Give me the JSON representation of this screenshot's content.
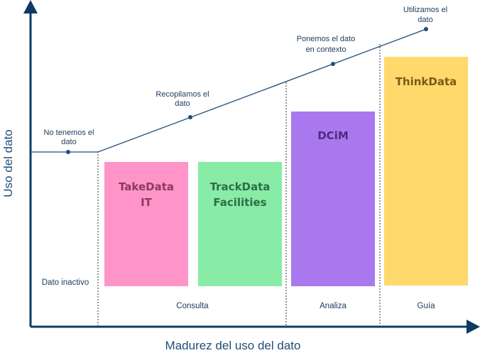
{
  "axes": {
    "x_title": "Madurez del uso del dato",
    "y_title": "Uso del dato"
  },
  "milestones": [
    {
      "line1": "No tenemos el",
      "line2": "dato"
    },
    {
      "line1": "Recopilamos el",
      "line2": "dato"
    },
    {
      "line1": "Ponemos el dato",
      "line2": "en contexto"
    },
    {
      "line1": "Utilizamos el",
      "line2": "dato"
    }
  ],
  "stages": [
    "Dato inactivo",
    "Consulta",
    "Analiza",
    "Guía"
  ],
  "blocks": [
    {
      "line1": "TakeData",
      "line2": "IT",
      "fill": "#ff94c9",
      "text_color": "#8b3a5f"
    },
    {
      "line1": "TrackData",
      "line2": "Facilities",
      "fill": "#88eba6",
      "text_color": "#2e6e47"
    },
    {
      "line1": "DCiM",
      "line2": "",
      "fill": "#aa78ee",
      "text_color": "#4a2c7d"
    },
    {
      "line1": "ThinkData",
      "line2": "",
      "fill": "#ffd96b",
      "text_color": "#7a5a17"
    }
  ],
  "colors": {
    "axis": "#0f3a64",
    "trend": "#1f4e79"
  }
}
